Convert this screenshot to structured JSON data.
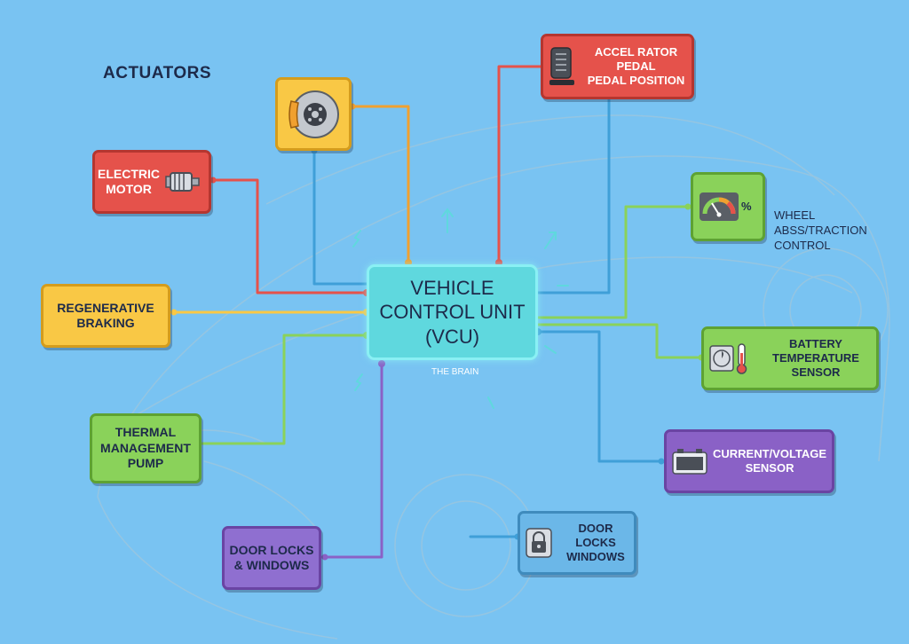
{
  "section_heading": "ACTUATORS",
  "vcu": {
    "lines": [
      "VEHICLE",
      "CONTROL UNIT",
      "(VCU)"
    ],
    "caption": "THE BRAIN"
  },
  "actuators": {
    "electric_motor": {
      "lines": [
        "ELECTRIC",
        "MOTOR"
      ],
      "icon": "motor-icon"
    },
    "brake_disc": {
      "icon": "brake-disc-icon"
    },
    "regenerative_braking": {
      "lines": [
        "REGENERATIVE",
        "BRAKING"
      ]
    },
    "thermal_pump": {
      "lines": [
        "THERMAL",
        "MANAGEMENT",
        "PUMP"
      ]
    },
    "door_locks": {
      "lines": [
        "DOOR LOCKS",
        "& WINDOWS"
      ]
    }
  },
  "sensors": {
    "accelerator": {
      "lines": [
        "ACCEL RATOR PEDAL",
        "PEDAL POSITION"
      ],
      "icon": "pedal-icon"
    },
    "wheel_abs": {
      "lines": [
        "WHEEL",
        "ABSS/TRACTION",
        "CONTROL"
      ],
      "icon": "gauge-icon",
      "icon_text": "%"
    },
    "battery_temp": {
      "lines": [
        "BATTERY TEMPERATURE",
        "SENSOR"
      ],
      "icon": "fan-thermometer-icon"
    },
    "current_voltage": {
      "lines": [
        "CURRENT/VOLTAGE",
        "SENSOR"
      ],
      "icon": "battery-icon"
    },
    "door_locks_sensor": {
      "lines": [
        "DOOR LOCKS",
        "WINDOWS"
      ],
      "icon": "padlock-icon"
    }
  },
  "colors": {
    "background": "#79c3f2",
    "red": "#e5524b",
    "yellow": "#f9c845",
    "green": "#8ad25a",
    "purple": "#8a61c6",
    "vcu": "#5fd8de",
    "line_blue": "#3f9fd8",
    "line_orange": "#f0a030"
  }
}
